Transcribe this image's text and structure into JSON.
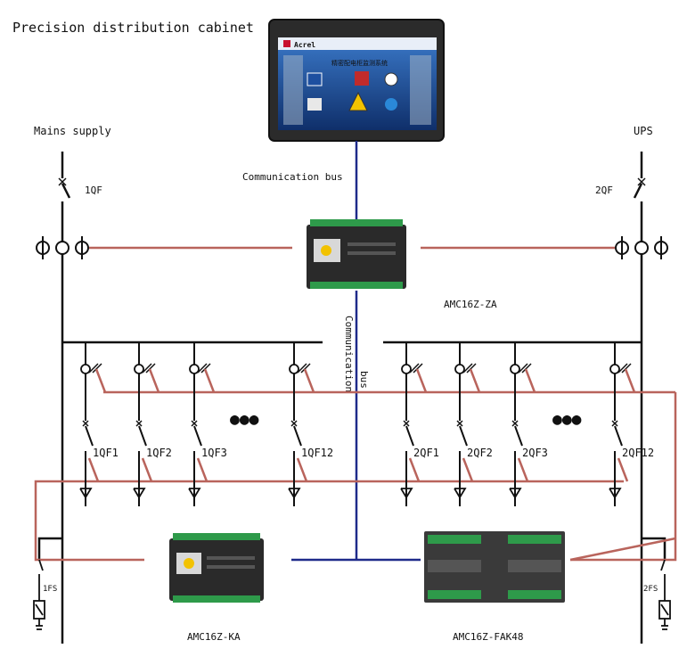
{
  "title": "Precision distribution cabinet",
  "labels": {
    "mains": "Mains supply",
    "ups": "UPS",
    "comm_bus_top": "Communication bus",
    "comm_bus_vertical_1": "Communication",
    "comm_bus_vertical_2": "bus",
    "qf1": "1QF",
    "qf2": "2QF",
    "fs1": "1FS",
    "fs2": "2FS",
    "amc_za": "AMC16Z-ZA",
    "amc_ka": "AMC16Z-KA",
    "amc_fak": "AMC16Z-FAK48",
    "ellipsis_left": "●●●",
    "ellipsis_right": "●●●"
  },
  "left_breakers": [
    "1QF1",
    "1QF2",
    "1QF3",
    "1QF12"
  ],
  "right_breakers": [
    "2QF1",
    "2QF2",
    "2QF3",
    "2QF12"
  ],
  "screen": {
    "brand": "Acrel",
    "header_text": "精密配电柜监测系统"
  },
  "colors": {
    "power_line": "#111111",
    "signal_line": "#b9645c",
    "bus_line": "#1e2a8a",
    "device_green": "#2e9a4a",
    "device_body": "#2a2a2a"
  }
}
